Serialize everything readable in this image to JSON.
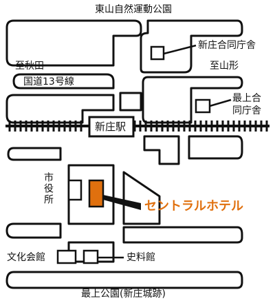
{
  "labels": {
    "park_top": "東山自然運動公園",
    "shinjo_joint": "新庄合同庁舎",
    "to_akita": "至秋田",
    "to_yamagata": "至山形",
    "route13": "国道13号線",
    "mogami_joint_1": "最上合",
    "mogami_joint_2": "同庁舎",
    "station": "新庄駅",
    "city_hall": "市役所",
    "hotel": "セントラルホテル",
    "culture_hall": "文化会館",
    "archives": "史料館",
    "park_bottom": "最上公園(新庄城跡)"
  },
  "colors": {
    "ink": "#111111",
    "hotel": "#e0700e"
  }
}
